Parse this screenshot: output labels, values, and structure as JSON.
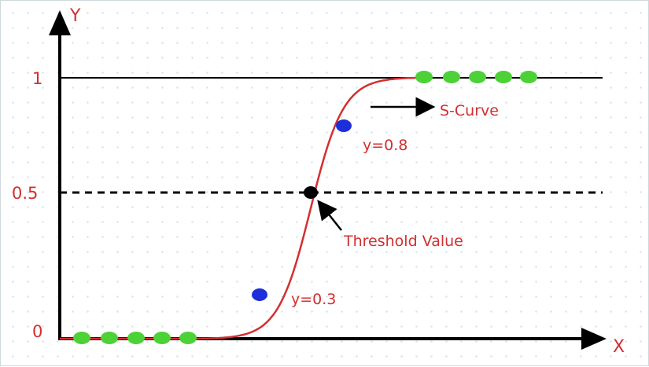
{
  "axes": {
    "x_name": "X",
    "y_name": "Y"
  },
  "y_ticks": {
    "one": "1",
    "half": "0.5",
    "zero": "0"
  },
  "annotations": {
    "s_curve": "S-Curve",
    "threshold": "Threshold Value",
    "point_high": "y=0.8",
    "point_low": "y=0.3"
  },
  "colors": {
    "curve": "#d32f2f",
    "text": "#d32f2f",
    "green_point": "#4cd137",
    "blue_point": "#1e2ed8",
    "threshold_point": "#000000",
    "axis": "#000000"
  }
}
